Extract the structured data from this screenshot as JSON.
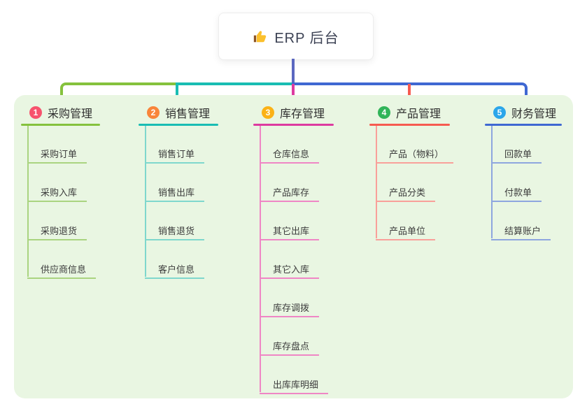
{
  "root": {
    "title": "ERP 后台",
    "icon": "thumbs-up-icon",
    "connector_color": "#5b68c0"
  },
  "board": {
    "background_color": "#e9f6e2"
  },
  "branches": [
    {
      "index": "1",
      "label": "采购管理",
      "badge_color": "#f7536d",
      "line_color": "#85c23d",
      "child_line_color": "#aad480",
      "children": [
        "采购订单",
        "采购入库",
        "采购退货",
        "供应商信息"
      ]
    },
    {
      "index": "2",
      "label": "销售管理",
      "badge_color": "#f9853a",
      "line_color": "#19bdb3",
      "child_line_color": "#7fd7cd",
      "children": [
        "销售订单",
        "销售出库",
        "销售退货",
        "客户信息"
      ]
    },
    {
      "index": "3",
      "label": "库存管理",
      "badge_color": "#fbb216",
      "line_color": "#dd3ba0",
      "child_line_color": "#ef86c5",
      "children": [
        "仓库信息",
        "产品库存",
        "其它出库",
        "其它入库",
        "库存调拨",
        "库存盘点",
        "出库库明细"
      ]
    },
    {
      "index": "4",
      "label": "产品管理",
      "badge_color": "#31b459",
      "line_color": "#f65b50",
      "child_line_color": "#f9a09a",
      "children": [
        "产品（物料）",
        "产品分类",
        "产品单位"
      ]
    },
    {
      "index": "5",
      "label": "财务管理",
      "badge_color": "#2ba6ea",
      "line_color": "#3f68d2",
      "child_line_color": "#8ea6df",
      "children": [
        "回款单",
        "付款单",
        "结算账户"
      ]
    }
  ]
}
